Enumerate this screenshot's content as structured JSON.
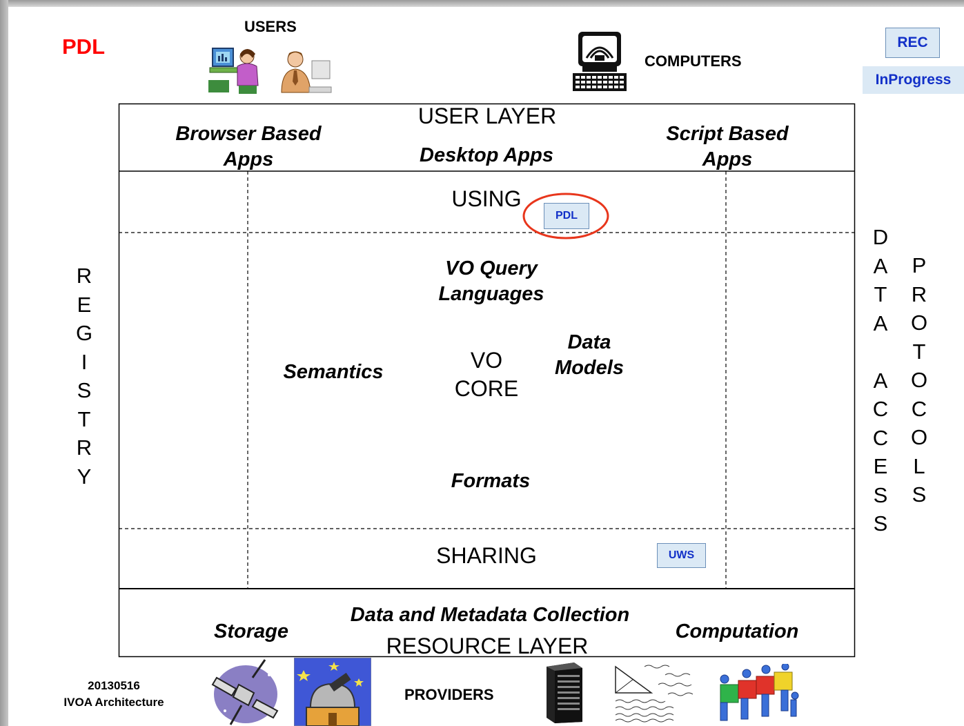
{
  "header": {
    "pdl_title": "PDL",
    "users_label": "USERS",
    "computers_label": "COMPUTERS"
  },
  "legend": {
    "rec": "REC",
    "in_progress": "InProgress"
  },
  "user_layer": {
    "title": "USER LAYER",
    "browser_apps": [
      "Browser Based",
      "Apps"
    ],
    "desktop_apps": "Desktop Apps",
    "script_apps": [
      "Script Based",
      "Apps"
    ]
  },
  "using": {
    "label": "USING",
    "badge": "PDL"
  },
  "core": {
    "query_languages": [
      "VO Query",
      "Languages"
    ],
    "semantics": "Semantics",
    "vo_core": [
      "VO",
      "CORE"
    ],
    "data_models": [
      "Data",
      "Models"
    ],
    "formats": "Formats"
  },
  "sharing": {
    "label": "SHARING",
    "badge": "UWS"
  },
  "resource_layer": {
    "title": "RESOURCE LAYER",
    "storage": "Storage",
    "collection": "Data and Metadata Collection",
    "computation": "Computation"
  },
  "registry_letters": [
    "R",
    "E",
    "G",
    "I",
    "S",
    "T",
    "R",
    "Y"
  ],
  "data_access_letters": [
    "D",
    "A",
    "T",
    "A",
    "",
    "A",
    "C",
    "C",
    "E",
    "S",
    "S"
  ],
  "protocols_letters": [
    "P",
    "R",
    "O",
    "T",
    "O",
    "C",
    "O",
    "L",
    "S"
  ],
  "footer": {
    "date": "20130516",
    "doc_name": "IVOA Architecture",
    "providers_label": "PROVIDERS"
  },
  "colors": {
    "pdl_red": "#ff0000",
    "badge_fill": "#dbe9f5",
    "badge_text": "#1230c8",
    "highlight_ellipse": "#e8361c"
  },
  "icons": [
    "user-at-computer-icon",
    "businessman-at-computer-icon",
    "desktop-computer-icon",
    "satellite-icon",
    "observatory-icon",
    "server-rack-icon",
    "math-formulas-icon",
    "puzzle-team-icon"
  ]
}
